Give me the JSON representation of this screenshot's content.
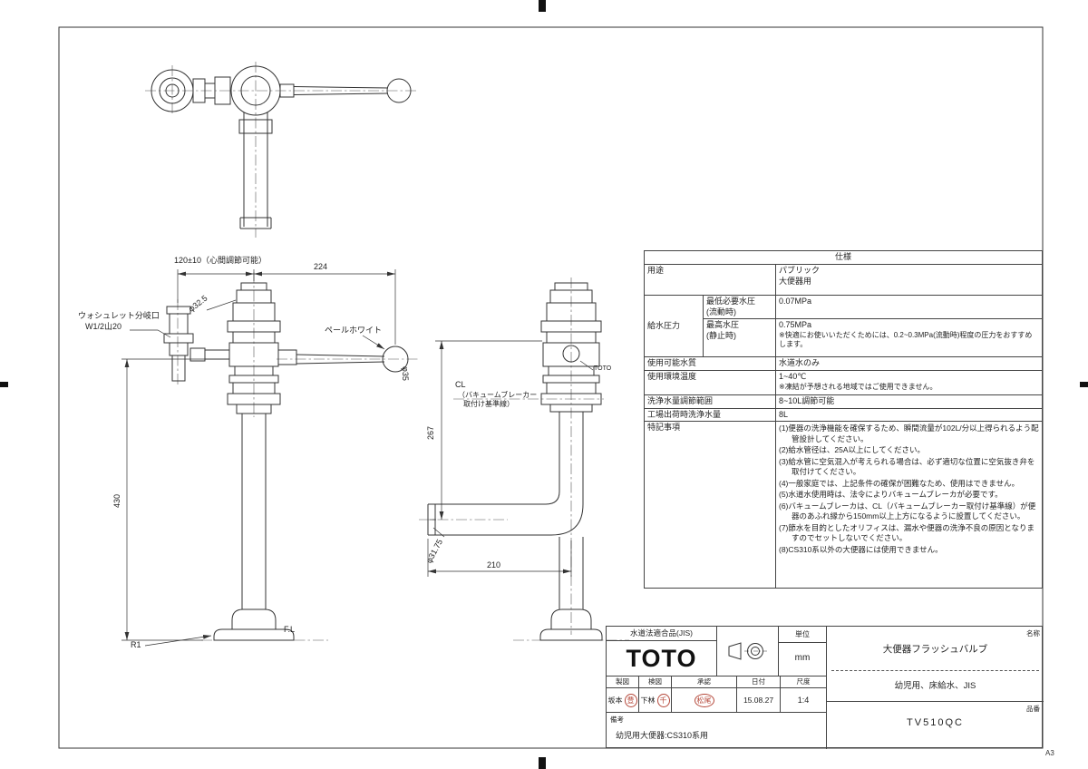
{
  "sheet": {
    "size_label": "A3"
  },
  "annotations": {
    "dim_pitch": "120±10（心間調節可能）",
    "dim_224": "224",
    "washlet_line1": "ウォシュレット分岐口",
    "washlet_line2": "W1/2山20",
    "dia_valve": "φ32.5",
    "color_note": "ペールホワイト",
    "dia_ball": "φ35",
    "cl": "CL",
    "cl_note1": "（バキュームブレーカー",
    "cl_note2": "取付け基準線）",
    "dim_267": "267",
    "dim_430": "430",
    "dia_pipe": "φ31.75",
    "dim_210": "210",
    "fl": "F.L",
    "r1": "R1",
    "toto_mark": "TOTO"
  },
  "spec": {
    "title": "仕様",
    "usage": {
      "label": "用途",
      "line1": "パブリック",
      "line2": "大便器用"
    },
    "pressure": {
      "label": "給水圧力",
      "min_label1": "最低必要水圧",
      "min_label2": "(流動時)",
      "min_value": "0.07MPa",
      "max_label1": "最高水圧",
      "max_label2": "(静止時)",
      "max_value": "0.75MPa",
      "max_note": "※快適にお使いいただくためには、0.2~0.3MPa(流動時)程度の圧力をおすすめします。"
    },
    "quality": {
      "label": "使用可能水質",
      "value": "水道水のみ"
    },
    "temperature": {
      "label": "使用環境温度",
      "value": "1~40℃",
      "note": "※凍結が予想される地域ではご使用できません。"
    },
    "flush_range": {
      "label": "洗浄水量調節範囲",
      "value": "8~10L調節可能"
    },
    "factory_flush": {
      "label": "工場出荷時洗浄水量",
      "value": "8L"
    },
    "notes": {
      "label": "特記事項",
      "items": [
        "(1)便器の洗浄機能を確保するため、瞬間流量が102L/分以上得られるよう配管設計してください。",
        "(2)給水管径は、25A以上にしてください。",
        "(3)給水管に空気混入が考えられる場合は、必ず適切な位置に空気抜き弁を取付けてください。",
        "(4)一般家庭では、上記条件の確保が困難なため、使用はできません。",
        "(5)水道水使用時は、法令によりバキュームブレーカが必要です。",
        "(6)バキュームブレーカは、CL（バキュームブレーカー取付け基準線）が便器のあふれ縁から150mm以上上方になるように設置してください。",
        "(7)節水を目的としたオリフィスは、漏水や便器の洗浄不良の原因となりますのでセットしないでください。",
        "(8)CS310系以外の大便器には使用できません。"
      ]
    }
  },
  "title_block": {
    "jis_label": "水道法適合品(JIS)",
    "logo": "TOTO",
    "unit": {
      "label": "単位",
      "value": "mm"
    },
    "drafting": {
      "label": "製図",
      "name": "坂本",
      "stamp": "豊"
    },
    "checking": {
      "label": "検図",
      "name": "下林",
      "stamp": "千"
    },
    "approval": {
      "label": "承認",
      "stamp": "松尾"
    },
    "date": {
      "label": "日付",
      "value": "15.08.27"
    },
    "scale": {
      "label": "尺度",
      "value": "1:4"
    },
    "remarks": {
      "label": "備考",
      "value": "幼児用大便器:CS310系用"
    },
    "name": {
      "label": "名称",
      "line1": "大便器フラッシュバルブ",
      "line2": "幼児用、床給水、JIS"
    },
    "part": {
      "label": "品番",
      "value": "TV510QC"
    }
  }
}
